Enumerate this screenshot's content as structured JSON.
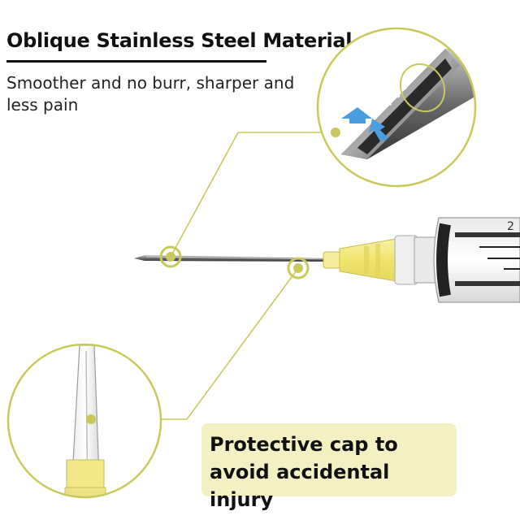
{
  "heading": {
    "title": "Oblique Stainless Steel Material",
    "subtitle": "Smoother and no burr, sharper and less pain"
  },
  "callout": {
    "text": "Protective cap to avoid accidental injury"
  },
  "colors": {
    "accent": "#c8c85a",
    "callout_bg": "#f3f0c4",
    "hub": "#f2e88a",
    "arrow": "#4a9de0"
  }
}
